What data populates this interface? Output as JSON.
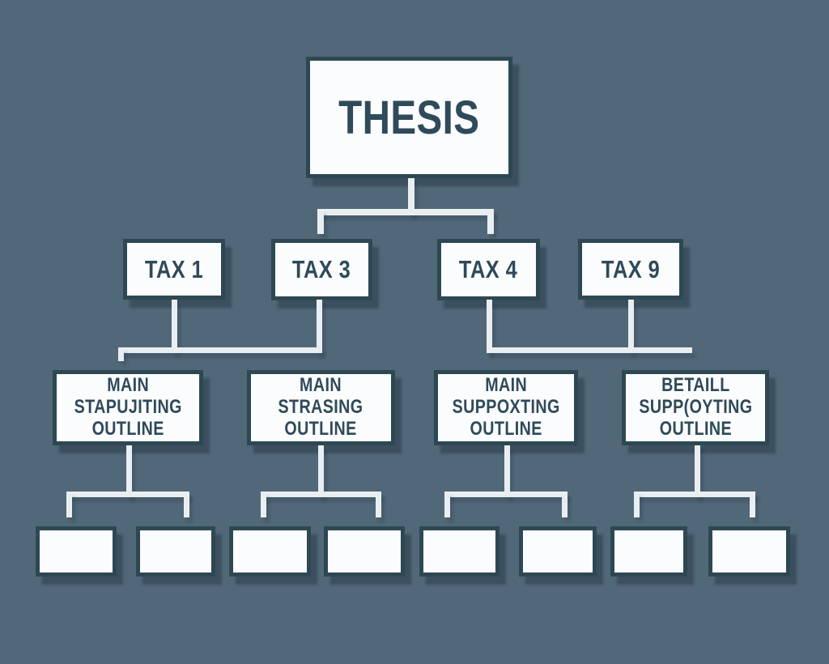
{
  "diagram_title": "Thesis outline flowchart",
  "colors": {
    "background": "#516879",
    "box_fill": "#fbfcfd",
    "box_border": "#2e4853",
    "text": "#2f4a59",
    "connector_line": "#e9eef1",
    "shadow": "rgba(28,43,54,0.4)"
  },
  "nodes": {
    "root": {
      "label": "THESIS"
    },
    "level2": [
      {
        "label": "TAX 1"
      },
      {
        "label": "TAX 3"
      },
      {
        "label": "TAX 4"
      },
      {
        "label": "TAX 9"
      }
    ],
    "level3": [
      {
        "label": "MAIN\nSTAPUJITING\nOUTLINE"
      },
      {
        "label": "MAIN\nSTRASING\nOUTLINE"
      },
      {
        "label": "MAIN\nSUPPOXTING\nOUTLINE"
      },
      {
        "label": "BETAILL\nSUPP(OYTING\nOUTLINE"
      }
    ],
    "level4": [
      "",
      "",
      "",
      "",
      "",
      "",
      "",
      ""
    ]
  }
}
